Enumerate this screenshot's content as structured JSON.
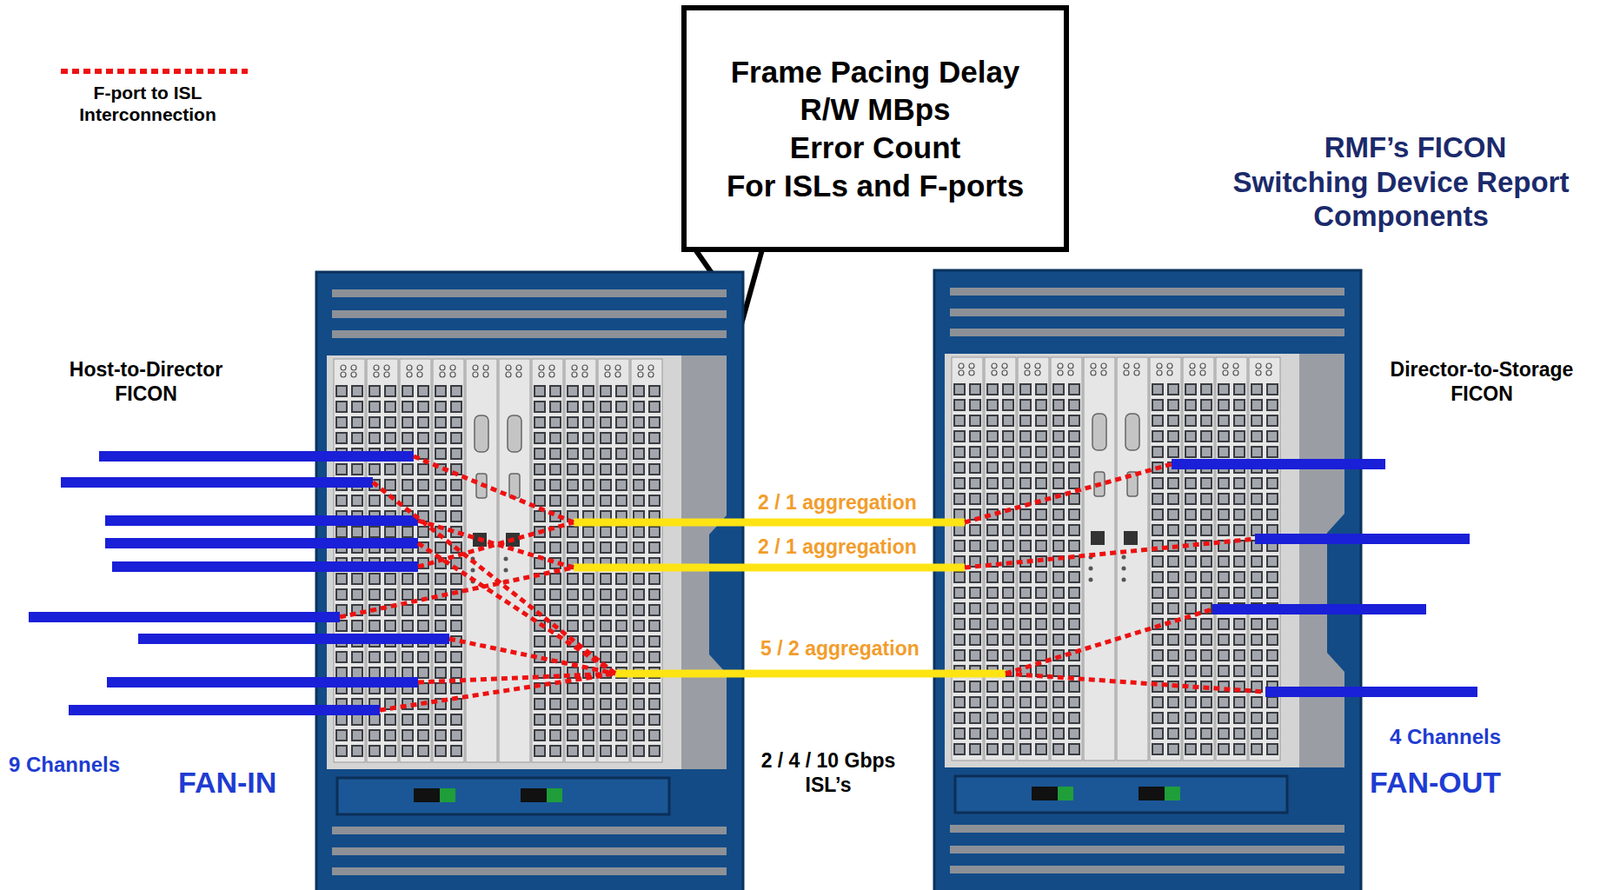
{
  "diagram": {
    "title": "RMF’s FICON Switching Device Report Components",
    "nodes": [
      {
        "text": [
          "Frame Pacing Delay",
          "R/W MBps",
          "Error Count",
          "For ISLs and F-ports"
        ]
      }
    ],
    "labels": [
      "Host-to-Director FICON",
      "Director-to-Storage FICON",
      "2 / 1 aggregation",
      "2 / 1 aggregation",
      "5 / 2 aggregation",
      "2 / 4 / 10 Gbps ISL’s",
      "9 Channels",
      "FAN-IN",
      "4 Channels",
      "FAN-OUT"
    ],
    "legend": [
      {
        "text": "F-port to ISL Interconnection"
      }
    ]
  }
}
